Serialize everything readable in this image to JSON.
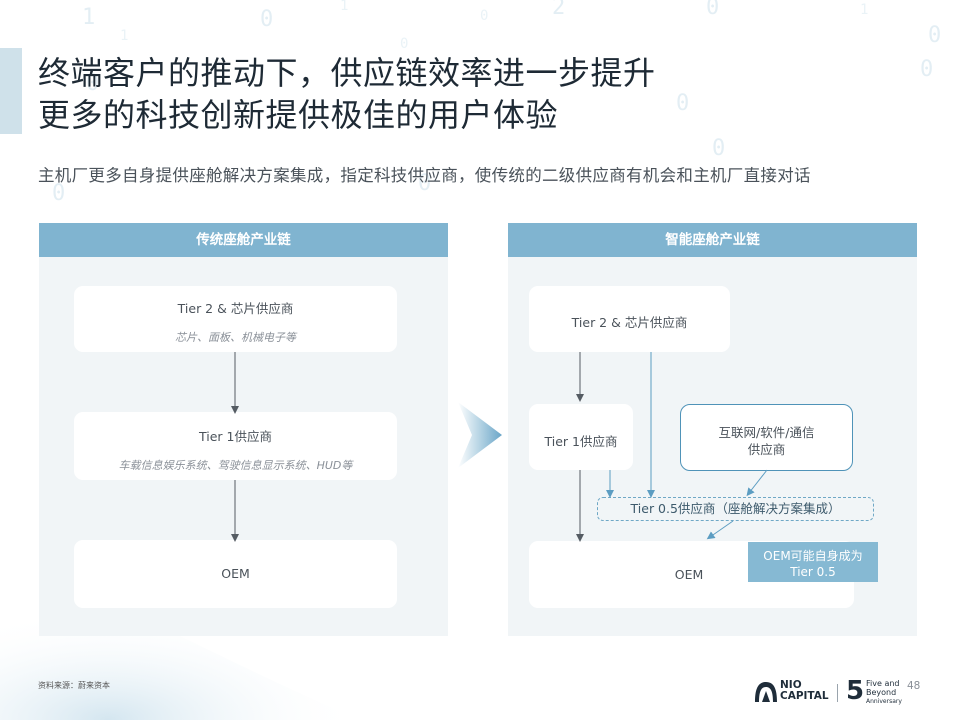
{
  "title": {
    "line1": "终端客户的推动下，供应链效率进一步提升",
    "line2": "更多的科技创新提供极佳的用户体验"
  },
  "subtitle": "主机厂更多自身提供座舱解决方案集成，指定科技供应商，使传统的二级供应商有机会和主机厂直接对话",
  "left_panel": {
    "header": "传统座舱产业链",
    "tier2": {
      "label": "Tier 2 & 芯片供应商",
      "sub": "芯片、面板、机械电子等"
    },
    "tier1": {
      "label": "Tier 1供应商",
      "sub": "车载信息娱乐系统、驾驶信息显示系统、HUD等"
    },
    "oem": {
      "label": "OEM"
    }
  },
  "right_panel": {
    "header": "智能座舱产业链",
    "tier2": {
      "label": "Tier 2 & 芯片供应商"
    },
    "tier1": {
      "label": "Tier 1供应商"
    },
    "internet": {
      "line1": "互联网/软件/通信",
      "line2": "供应商"
    },
    "tier05": {
      "label": "Tier 0.5供应商（座舱解决方案集成）"
    },
    "oem": {
      "label": "OEM"
    },
    "callout": {
      "line1": "OEM可能自身成为",
      "line2": "Tier 0.5"
    }
  },
  "footer": {
    "source": "资料来源：蔚来资本",
    "logo_line1": "NIO",
    "logo_line2": "CAPITAL",
    "anniv_number": "5",
    "anniv_line1": "Five and",
    "anniv_line2": "Beyond",
    "anniv_line3": "Anniversary",
    "page_number": "48"
  },
  "colors": {
    "panel_header": "#80b4d0",
    "panel_bg": "#f1f5f7",
    "accent": "#4f93b8"
  }
}
